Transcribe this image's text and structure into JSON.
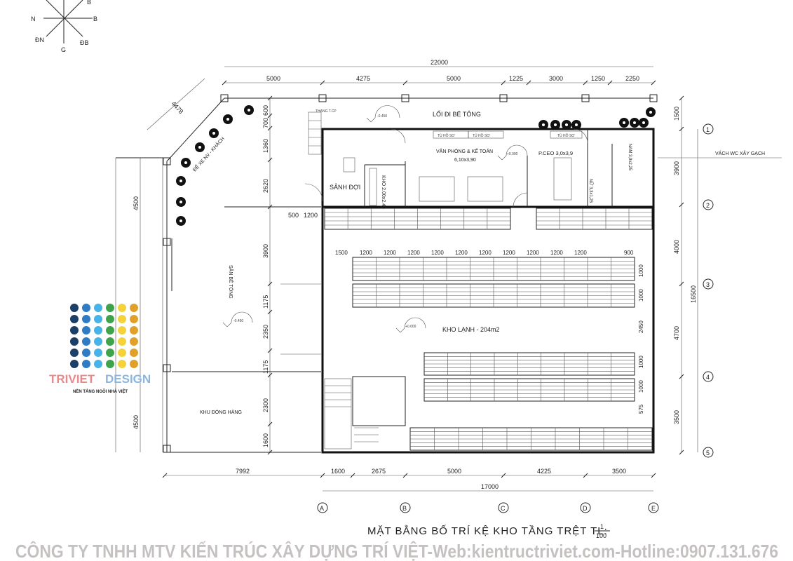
{
  "compass": {
    "labels": [
      "B",
      "B",
      "ĐB",
      "G",
      "ĐN",
      "N"
    ]
  },
  "dimensions": {
    "overall_top": "22000",
    "top": [
      "5000",
      "4275",
      "5000",
      "1225",
      "3000",
      "1250",
      "2250"
    ],
    "right": [
      "1500",
      "3900",
      "4000",
      "4700",
      "3500"
    ],
    "overall_right": "16500",
    "left": [
      "600",
      "700",
      "1360",
      "2620",
      "3900",
      "1175",
      "2350",
      "1175",
      "2300",
      "1600"
    ],
    "bottom": [
      "7992",
      "1600",
      "2675",
      "5000",
      "4225",
      "3500"
    ],
    "overall_bottom": "17000",
    "lobby": [
      "500",
      "1200"
    ],
    "racks_top": [
      "1500",
      "1200",
      "1200",
      "1200",
      "1200",
      "1200",
      "1200",
      "1200",
      "1200",
      "1200",
      "1200",
      "900"
    ],
    "racks_right": [
      "1000",
      "1000",
      "2450",
      "1000",
      "1000",
      "575"
    ],
    "parking_diag": "4478",
    "parking_left": [
      "4500",
      "4500"
    ]
  },
  "grid": {
    "rows": [
      "1",
      "2",
      "3",
      "4",
      "5"
    ],
    "cols": [
      "A",
      "B",
      "C",
      "D",
      "E"
    ]
  },
  "rooms": {
    "corridor": "LỐI ĐI BÊ TÔNG",
    "stair": "THANG T.CP",
    "lobby": "SẢNH ĐỢI",
    "storage": "KHO 2.00x2.40",
    "office": "VĂN PHÒNG & KẾ TOÁN",
    "office_size": "6,10x3,90",
    "ceo": "P.CEO 3,0x3,9",
    "wc_female": "NỮ 3,3x1,25",
    "wc_male": "NAM 3,9x2,25",
    "cabinet": "TỦ HỒ SƠ",
    "parking": "ĐỂ XE NV - KHÁCH",
    "yard": "SÂN BÊ TÔNG",
    "cold_storage": "KHO LẠNH - 204m2",
    "loading": "KHU ĐÓNG HÀNG",
    "wc_wall_note": "VÁCH WC XÂY GẠCH"
  },
  "levels": {
    "outside": "-0.450",
    "inside": "+0.000"
  },
  "watermark": "CÔNG TY TNHH MTV KIẾN TRÚC XÂY DỰNG TRÍ VIỆT-Web:kientructriviet.com-Hotline:0907.131.676",
  "logo": {
    "word1": "TRIVIET",
    "word2": "DESIGN",
    "tagline": "NỀN TẢNG NGÔI NHÀ VIỆT",
    "dot_colors": [
      "#1b3f66",
      "#2f7bc4",
      "#48b3e6",
      "#3fa34d",
      "#f2d43a",
      "#e0a12a"
    ]
  },
  "title": {
    "text": "MẶT BẰNG BỐ TRÍ KỆ KHO TẦNG TRỆT TL:",
    "scale_num": "1",
    "scale_den": "100"
  }
}
